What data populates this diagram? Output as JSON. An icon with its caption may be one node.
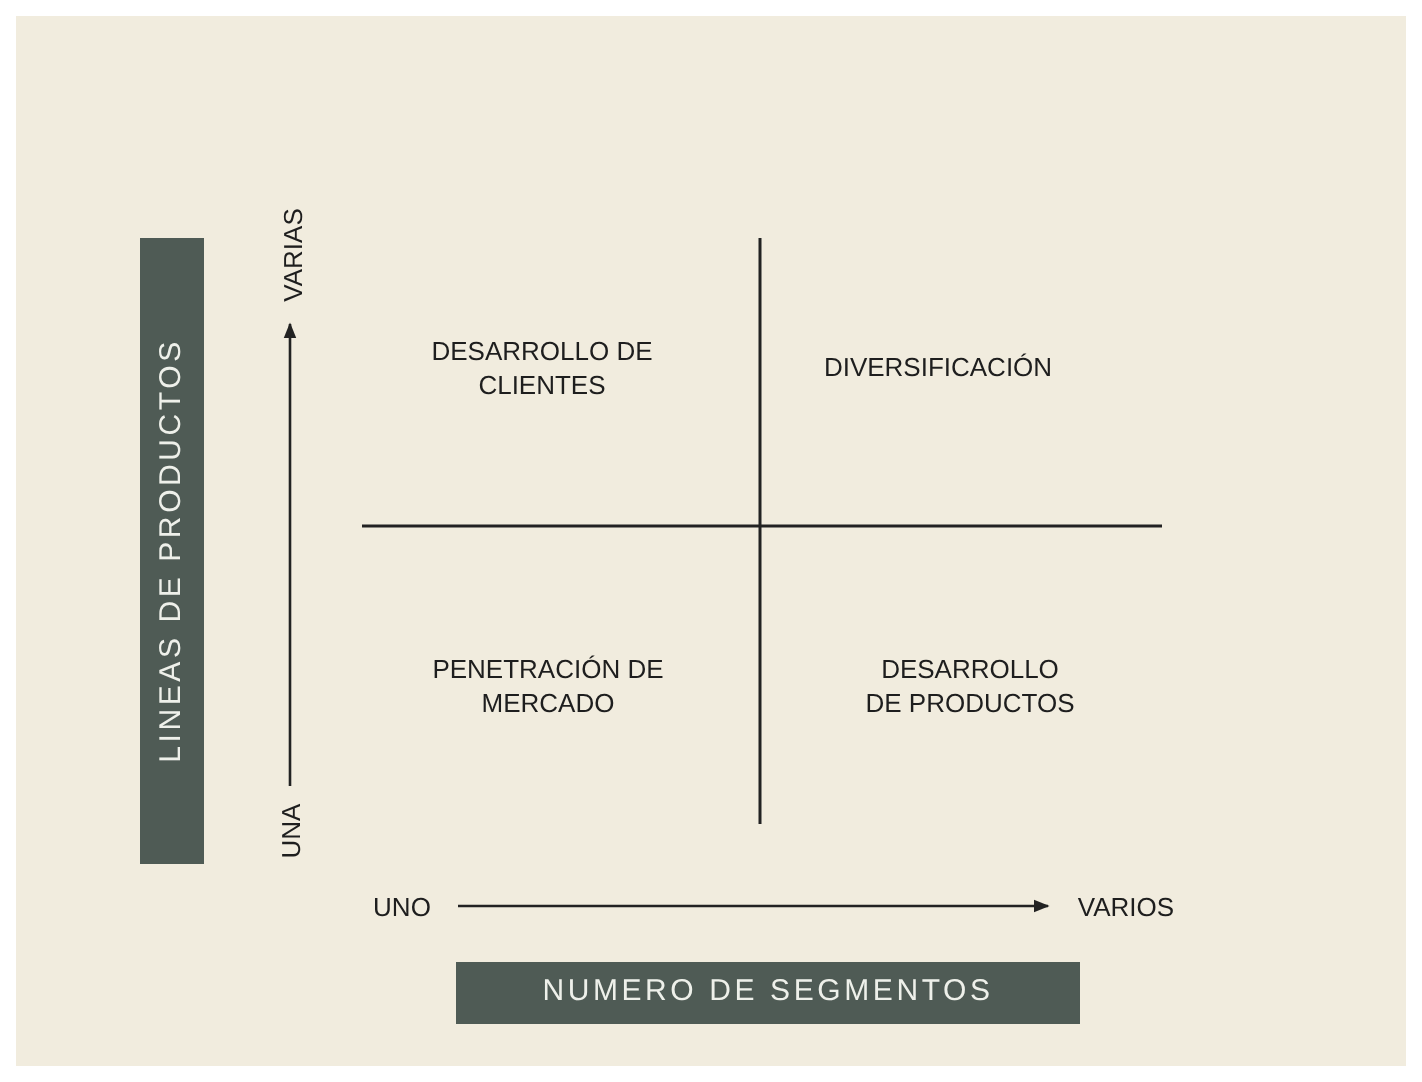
{
  "diagram": {
    "nodes": [
      {
        "text": [
          "LINEAS DE PRODUCTOS"
        ]
      },
      {
        "text": [
          "NUMERO DE SEGMENTOS"
        ]
      }
    ],
    "labels": [
      "VARIAS",
      "DESARROLLO DE CLIENTES",
      "DIVERSIFICACIÓN",
      "PENETRACIÓN DE MERCADO",
      "DESARROLLO DE PRODUCTOS",
      "UNA",
      "UNO",
      "VARIOS"
    ]
  }
}
